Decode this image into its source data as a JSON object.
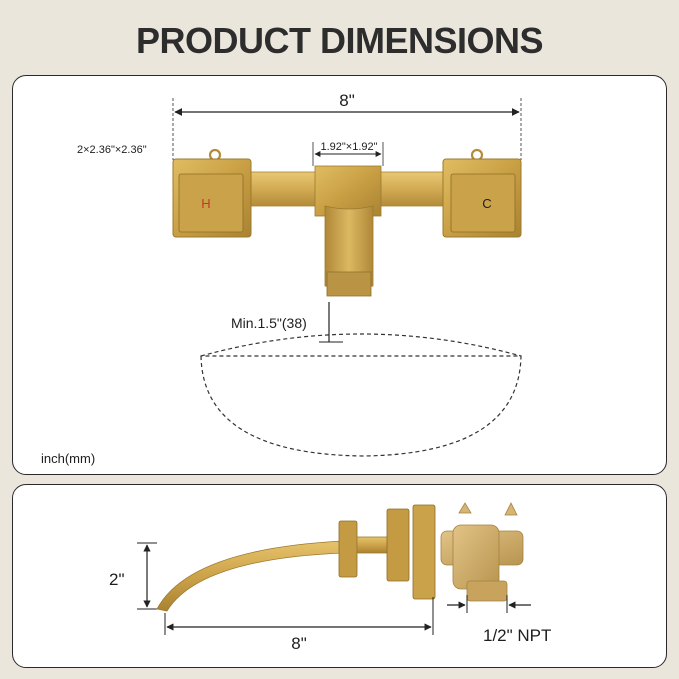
{
  "header": {
    "title": "PRODUCT DIMENSIONS"
  },
  "front_view": {
    "overall_width": "8\"",
    "handle_size": "2×2.36\"×2.36\"",
    "spout_size": "1.92\"×1.92\"",
    "hot_label": "H",
    "cold_label": "C",
    "clearance": "Min.1.5\"(38)",
    "unit_note": "inch(mm)"
  },
  "side_view": {
    "height": "2\"",
    "reach": "8\"",
    "thread": "1/2\" NPT"
  },
  "colors": {
    "gold": "#c9a24a",
    "gold_dark": "#9c7a2e",
    "hot": "#c0392b"
  }
}
